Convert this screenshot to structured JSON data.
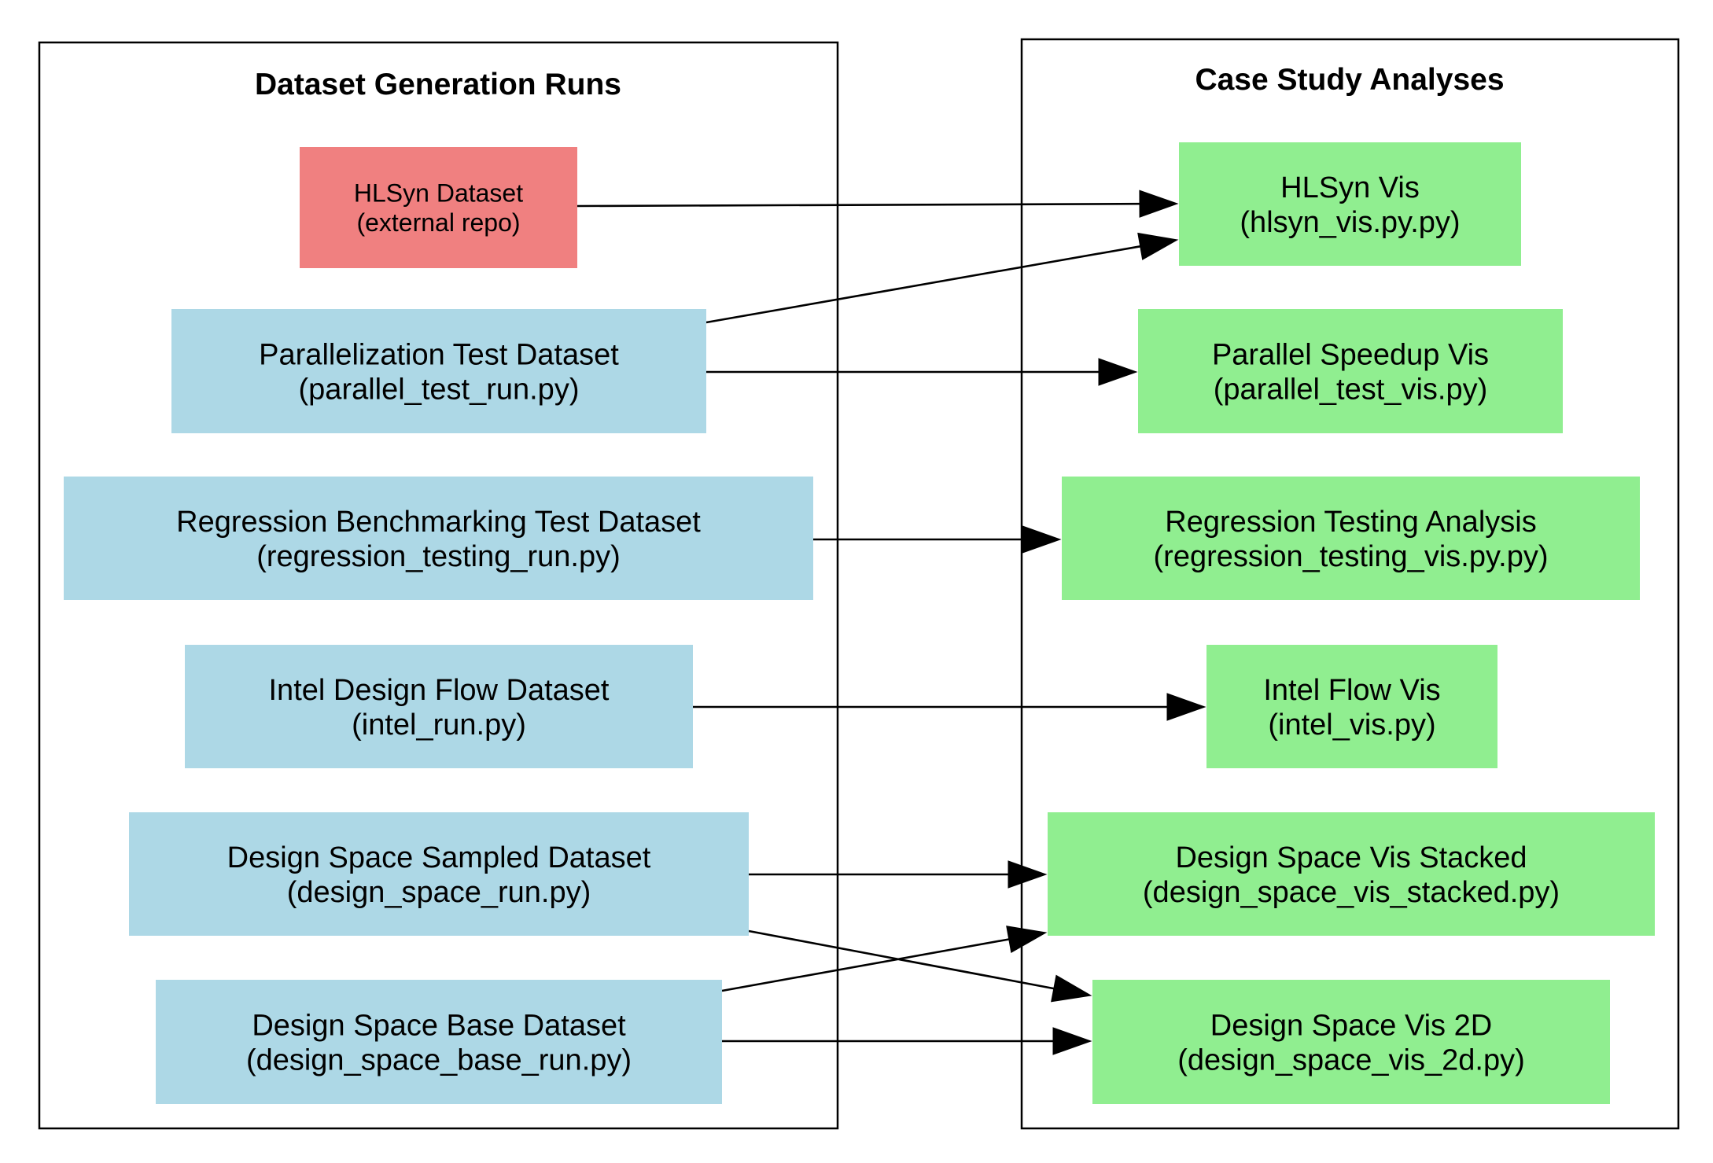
{
  "clusters": {
    "left": {
      "title": "Dataset Generation Runs"
    },
    "right": {
      "title": "Case Study Analyses"
    }
  },
  "colors": {
    "external": "#f08080",
    "dataset": "#add8e6",
    "analysis": "#90ee90",
    "edge": "#000000"
  },
  "nodes": [
    {
      "id": "hlsyn_ds",
      "line1": "HLSyn Dataset",
      "line2": "(external repo)",
      "kind": "external"
    },
    {
      "id": "parallel_ds",
      "line1": "Parallelization Test Dataset",
      "line2": "(parallel_test_run.py)",
      "kind": "dataset"
    },
    {
      "id": "regression_ds",
      "line1": "Regression Benchmarking Test Dataset",
      "line2": "(regression_testing_run.py)",
      "kind": "dataset"
    },
    {
      "id": "intel_ds",
      "line1": "Intel Design Flow Dataset",
      "line2": "(intel_run.py)",
      "kind": "dataset"
    },
    {
      "id": "ds_sampled_ds",
      "line1": "Design Space Sampled Dataset",
      "line2": "(design_space_run.py)",
      "kind": "dataset"
    },
    {
      "id": "ds_base_ds",
      "line1": "Design Space Base Dataset",
      "line2": "(design_space_base_run.py)",
      "kind": "dataset"
    },
    {
      "id": "hlsyn_vis",
      "line1": "HLSyn Vis",
      "line2": "(hlsyn_vis.py.py)",
      "kind": "analysis"
    },
    {
      "id": "parallel_vis",
      "line1": "Parallel Speedup Vis",
      "line2": "(parallel_test_vis.py)",
      "kind": "analysis"
    },
    {
      "id": "regression_vis",
      "line1": "Regression Testing Analysis",
      "line2": "(regression_testing_vis.py.py)",
      "kind": "analysis"
    },
    {
      "id": "intel_vis",
      "line1": "Intel Flow Vis",
      "line2": "(intel_vis.py)",
      "kind": "analysis"
    },
    {
      "id": "ds_stacked_vis",
      "line1": "Design Space Vis Stacked",
      "line2": "(design_space_vis_stacked.py)",
      "kind": "analysis"
    },
    {
      "id": "ds_2d_vis",
      "line1": "Design Space Vis 2D",
      "line2": "(design_space_vis_2d.py)",
      "kind": "analysis"
    }
  ],
  "edges": [
    {
      "from": "hlsyn_ds",
      "to": "hlsyn_vis"
    },
    {
      "from": "parallel_ds",
      "to": "hlsyn_vis"
    },
    {
      "from": "parallel_ds",
      "to": "parallel_vis"
    },
    {
      "from": "regression_ds",
      "to": "regression_vis"
    },
    {
      "from": "intel_ds",
      "to": "intel_vis"
    },
    {
      "from": "ds_sampled_ds",
      "to": "ds_stacked_vis"
    },
    {
      "from": "ds_sampled_ds",
      "to": "ds_2d_vis"
    },
    {
      "from": "ds_base_ds",
      "to": "ds_stacked_vis"
    },
    {
      "from": "ds_base_ds",
      "to": "ds_2d_vis"
    }
  ]
}
